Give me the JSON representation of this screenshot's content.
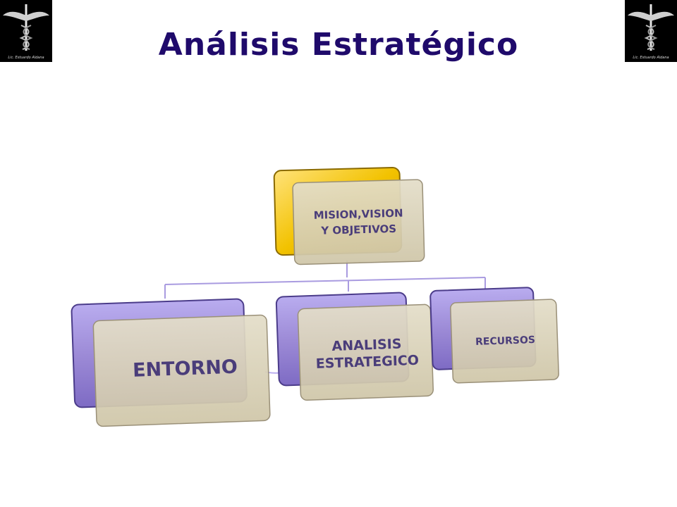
{
  "slide": {
    "title": "Análisis Estratégico",
    "logo_caption": "Lic. Estuardo Aldana"
  },
  "diagram": {
    "root": {
      "label_line1": "MISION,VISION",
      "label_line2": "Y OBJETIVOS"
    },
    "children": [
      {
        "label_line1": "ENTORNO",
        "label_line2": ""
      },
      {
        "label_line1": "ANALISIS",
        "label_line2": "ESTRATEGICO"
      },
      {
        "label_line1": "RECURSOS",
        "label_line2": ""
      }
    ],
    "colors": {
      "root_back": "#f2c200",
      "child_back": "#9c8ad6",
      "front_fill": "#d9d2b9",
      "front_border": "#9a9078",
      "connector": "#a99be0",
      "title": "#1f0a6b",
      "label": "#4a3d7a"
    }
  }
}
